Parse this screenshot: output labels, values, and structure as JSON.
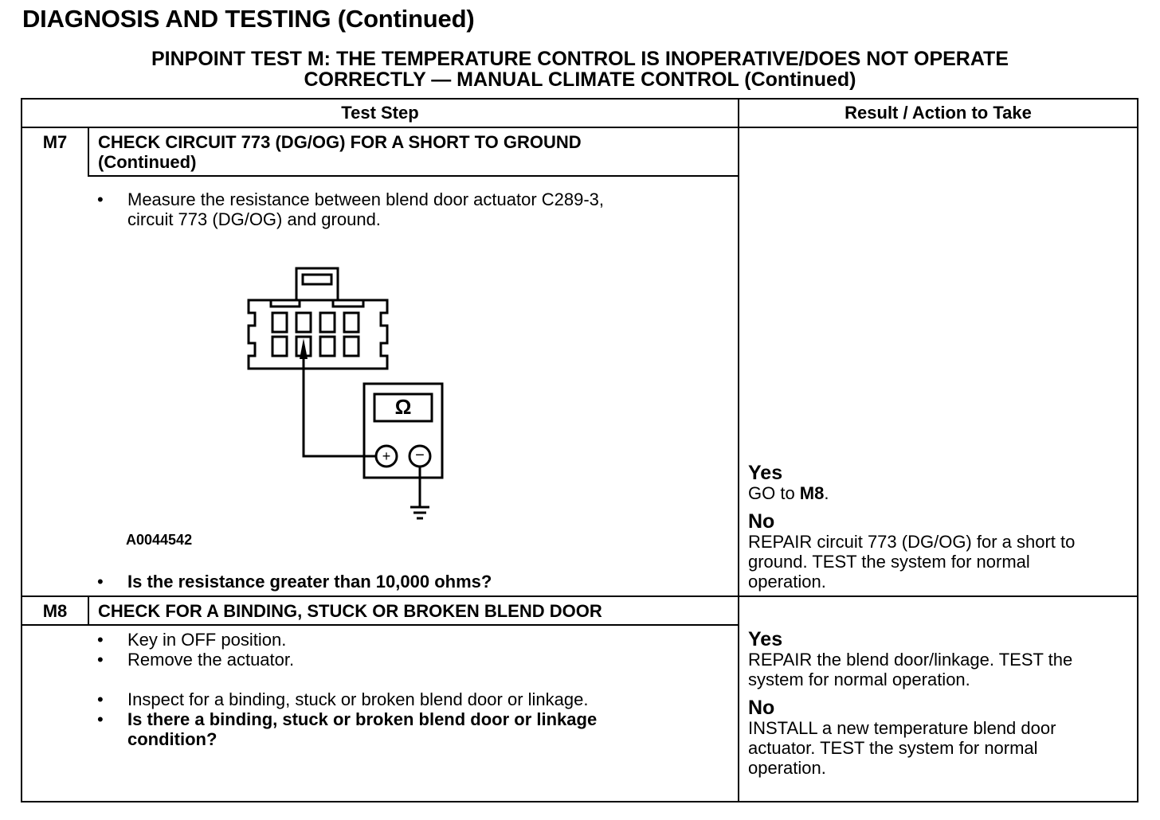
{
  "header": {
    "title": "DIAGNOSIS AND TESTING (Continued)",
    "subtitle_line1": "PINPOINT TEST M: THE TEMPERATURE CONTROL IS INOPERATIVE/DOES NOT OPERATE",
    "subtitle_line2": "CORRECTLY — MANUAL CLIMATE CONTROL (Continued)"
  },
  "table": {
    "columns": [
      "Test Step",
      "Result / Action to Take"
    ],
    "steps": [
      {
        "id": "M7",
        "title_line1": "CHECK CIRCUIT 773 (DG/OG) FOR A SHORT TO GROUND",
        "title_line2": "(Continued)",
        "bullet": "•",
        "instr_line1": "Measure the resistance between blend door actuator C289-3,",
        "instr_line2": "circuit 773 (DG/OG) and ground.",
        "figure": {
          "label": "A0044542",
          "meter_symbol": "Ω",
          "plus": "+",
          "minus": "−"
        },
        "question": "Is the resistance greater than 10,000 ohms?",
        "results": {
          "yes_label": "Yes",
          "yes_text_pre": "GO to ",
          "yes_text_bold": "M8",
          "yes_text_post": ".",
          "no_label": "No",
          "no_line1": "REPAIR circuit 773 (DG/OG) for a short to",
          "no_line2": "ground. TEST the system for normal",
          "no_line3": "operation."
        }
      },
      {
        "id": "M8",
        "title_line1": "CHECK FOR A BINDING, STUCK OR BROKEN BLEND DOOR",
        "instr1": "Key in OFF position.",
        "instr2": "Remove the actuator.",
        "instr3": "Inspect for a binding, stuck or broken blend door or linkage.",
        "question_line1": "Is there a binding, stuck or broken blend door or linkage",
        "question_line2": "condition?",
        "results": {
          "yes_label": "Yes",
          "yes_line1": "REPAIR the blend door/linkage. TEST the",
          "yes_line2": "system for normal operation.",
          "no_label": "No",
          "no_line1": "INSTALL a new temperature blend door",
          "no_line2": "actuator. TEST the system for normal",
          "no_line3": "operation."
        }
      }
    ]
  }
}
